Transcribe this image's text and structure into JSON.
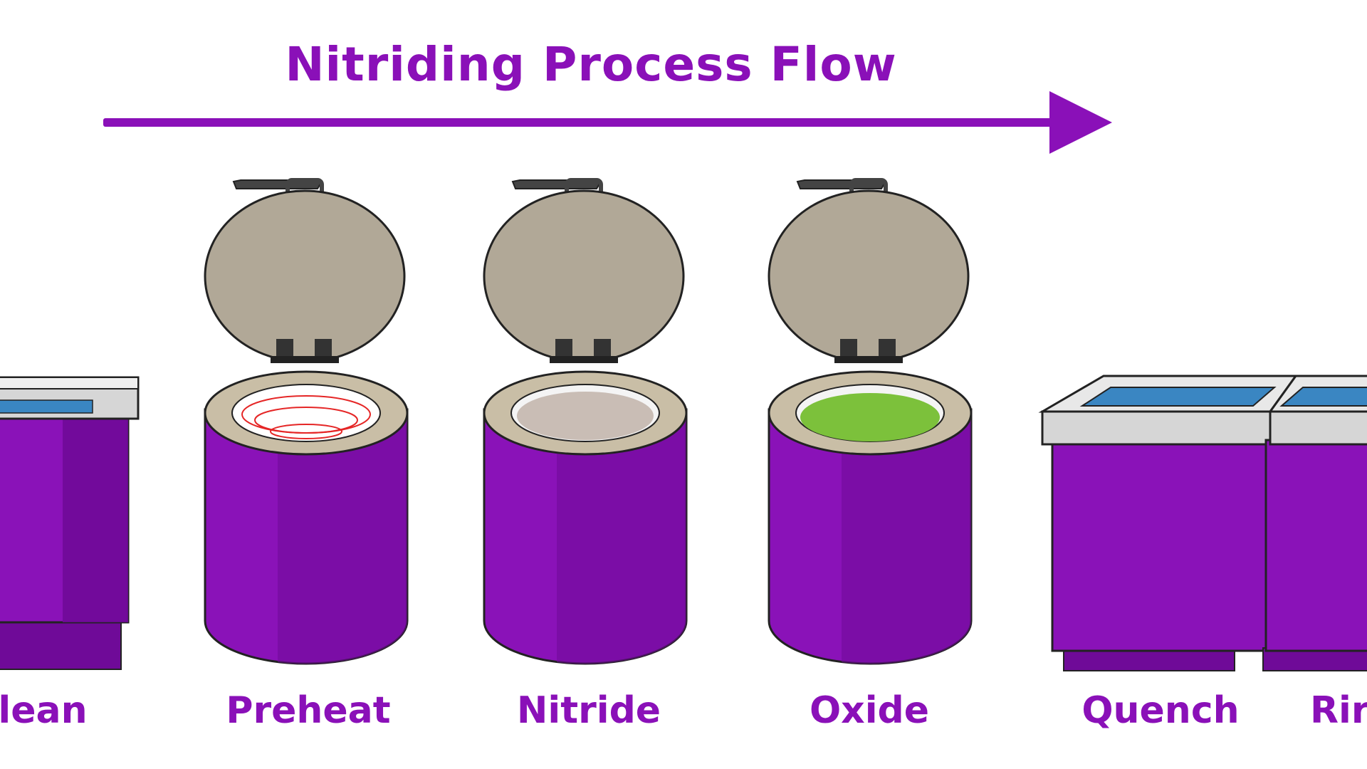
{
  "title": "Nitriding Process Flow",
  "stages": [
    {
      "label": "Clean",
      "visible_text": "lean",
      "vessel": "rectangular-tank",
      "contents": "blue-liquid"
    },
    {
      "label": "Preheat",
      "vessel": "round-furnace-open-lid",
      "contents": "red-heating-coils"
    },
    {
      "label": "Nitride",
      "vessel": "round-furnace-open-lid",
      "contents": "grey-salt-bath"
    },
    {
      "label": "Oxide",
      "vessel": "round-furnace-open-lid",
      "contents": "green-bath"
    },
    {
      "label": "Quench",
      "vessel": "rectangular-tank",
      "contents": "blue-liquid"
    },
    {
      "label": "Rinse",
      "visible_text": "Rir",
      "vessel": "rectangular-tank",
      "contents": "blue-liquid"
    }
  ],
  "colors": {
    "primary": "#8a10b8",
    "body_light": "#8a12b8",
    "body_dark": "#6f0a98",
    "lid": "#b1a897",
    "rim": "#c9bea6",
    "liquid_blue": "#3a86c2",
    "liquid_green": "#7cc13b",
    "coil_red": "#e52626",
    "tank_frame": "#e8e8e8"
  },
  "icons": [
    "flow-arrow-icon",
    "tank-icon",
    "furnace-icon",
    "hinge-icon",
    "handle-icon"
  ]
}
